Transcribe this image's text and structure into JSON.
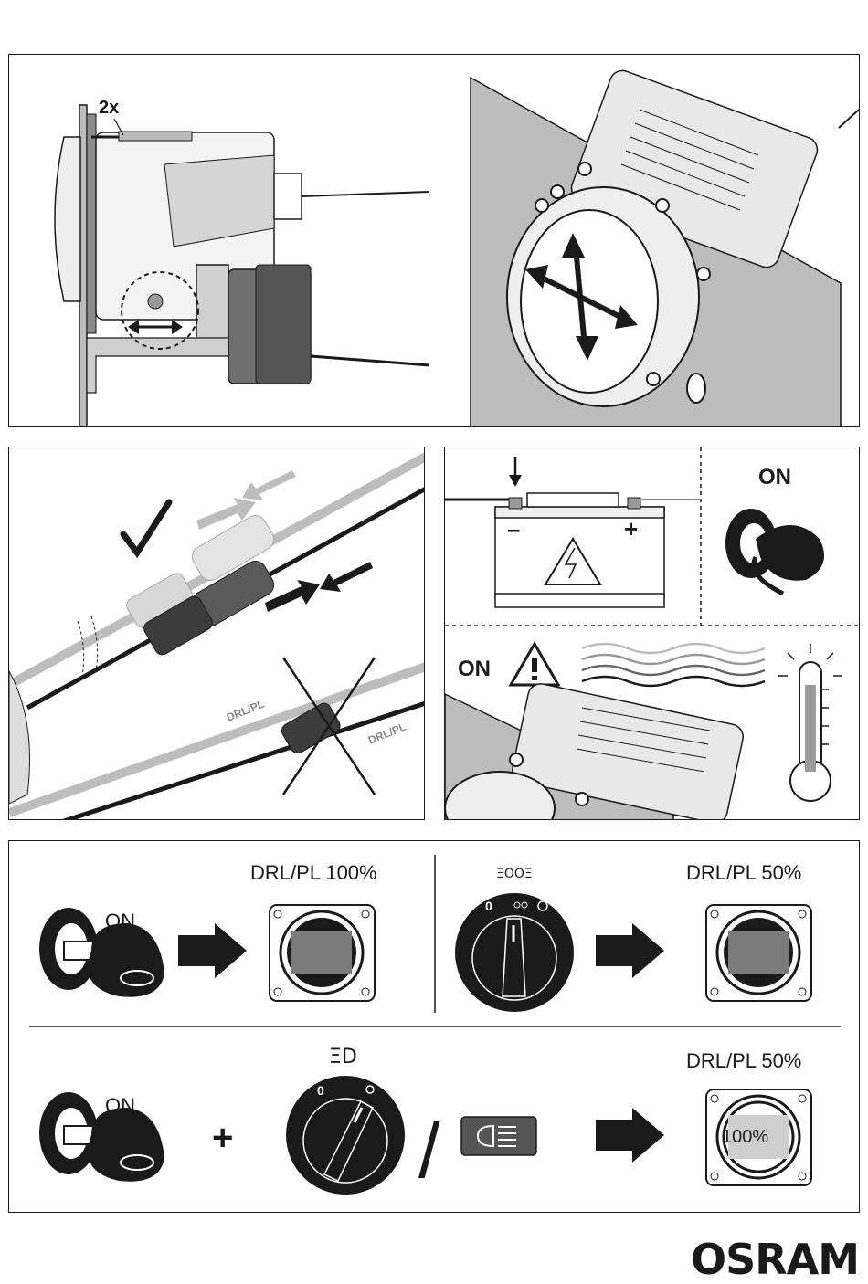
{
  "step1": {
    "count_label": "2x"
  },
  "step2": {
    "connector_label_1": "DRL/PL",
    "connector_label_2": "DRL/PL"
  },
  "step3": {
    "on_label": "ON",
    "battery_minus": "–",
    "battery_plus": "+",
    "warning_on_label": "ON"
  },
  "step4": {
    "row1_left": {
      "key_label": "ON",
      "result_label": "DRL/PL 100%"
    },
    "row1_right": {
      "switch_symbol": "ΞOOΞ",
      "switch_zero": "0",
      "result_label": "DRL/PL 50%"
    },
    "row2": {
      "key_label": "ON",
      "plus": "+",
      "switch_symbol": "ΞD",
      "switch_zero": "0",
      "slash": "/",
      "result_label": "DRL/PL 50%",
      "lamp_percent": "100%"
    }
  },
  "brand": {
    "logo_text": "OSRAM"
  },
  "colors": {
    "ink": "#1a1a1a",
    "grey_dark": "#555555",
    "grey_mid": "#888888",
    "grey_light": "#bdbdbd",
    "plate": "#c8c8c8"
  }
}
